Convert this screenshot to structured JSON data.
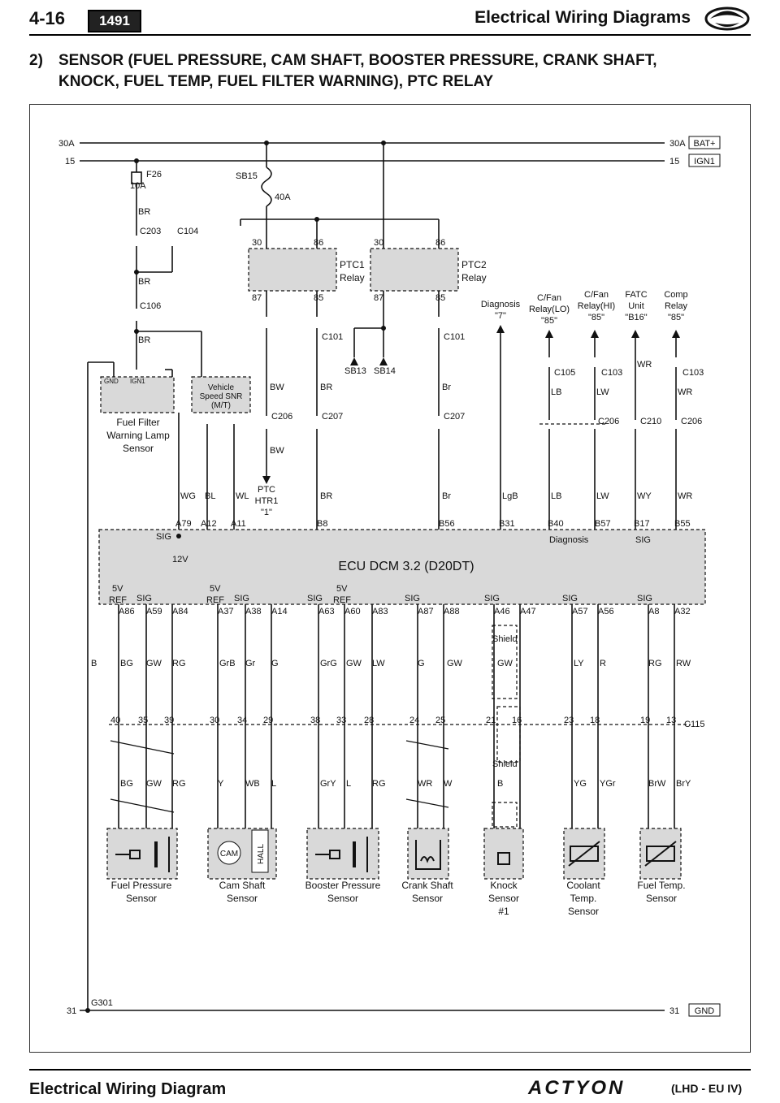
{
  "header": {
    "page": "4-16",
    "badge": "1491",
    "section": "Electrical Wiring Diagrams"
  },
  "title": {
    "number": "2)",
    "line1": "SENSOR (FUEL PRESSURE, CAM SHAFT, BOOSTER PRESSURE, CRANK SHAFT,",
    "line2": "KNOCK, FUEL TEMP, FUEL FILTER WARNING), PTC RELAY"
  },
  "footer": {
    "left": "Electrical Wiring Diagram",
    "brand": "ACTYON",
    "variant": "(LHD - EU IV)"
  },
  "rails": {
    "bat_left": "30A",
    "bat_right": "30A",
    "bat_tag": "BAT+",
    "ign_left": "15",
    "ign_right": "15",
    "ign_tag": "IGN1",
    "gnd_left": "31",
    "gnd_right": "31",
    "gnd_tag": "GND",
    "gnd_point": "G301"
  },
  "fuses": {
    "f26": "F26",
    "f26_rating": "10A",
    "sb15": "SB15",
    "sb15_rating": "40A"
  },
  "relays": {
    "ptc1": {
      "line1": "PTC1",
      "line2": "Relay",
      "p30": "30",
      "p86": "86",
      "p87": "87",
      "p85": "85"
    },
    "ptc2": {
      "line1": "PTC2",
      "line2": "Relay",
      "p30": "30",
      "p86": "86",
      "p87": "87",
      "p85": "85"
    }
  },
  "ecu": {
    "name": "ECU  DCM  3.2  (D20DT)",
    "diag_label": "Diagnosis",
    "sig_label": "SIG",
    "top_pins": [
      "A79",
      "A12",
      "A11",
      "B8",
      "B56",
      "B31",
      "B40",
      "B57",
      "B17",
      "B55"
    ],
    "bottom_pins": [
      "A86",
      "A59",
      "A84",
      "A37",
      "A38",
      "A14",
      "A63",
      "A60",
      "A83",
      "A87",
      "A88",
      "A46",
      "A47",
      "A57",
      "A56",
      "A8",
      "A32"
    ],
    "ref": "5V",
    "ref2": "REF",
    "sig": "SIG",
    "volts": "12V"
  },
  "connectors": {
    "c203": "C203",
    "c104": "C104",
    "c106": "C106",
    "c101": "C101",
    "c206": "C206",
    "c207": "C207",
    "c105": "C105",
    "c103": "C103",
    "c210": "C210",
    "c115": "C115",
    "sb13": "SB13",
    "sb14": "SB14",
    "shield": "Shield"
  },
  "wires": {
    "br": "BR",
    "bw": "BW",
    "br_lower": "Br",
    "wg": "WG",
    "bl": "BL",
    "wl": "WL",
    "lgb": "LgB",
    "lb": "LB",
    "lw": "LW",
    "wy": "WY",
    "wr": "WR",
    "b": "B",
    "bg": "BG",
    "gw": "GW",
    "rg": "RG",
    "grb": "GrB",
    "gr": "Gr",
    "g": "G",
    "grg": "GrG",
    "ly": "LY",
    "r": "R",
    "rw": "RW",
    "y": "Y",
    "wb": "WB",
    "l": "L",
    "gry": "GrY",
    "w": "W",
    "yg": "YG",
    "ygr": "YGr",
    "brw": "BrW",
    "bry": "BrY"
  },
  "c115_pins": [
    "40",
    "35",
    "39",
    "30",
    "34",
    "29",
    "38",
    "33",
    "28",
    "24",
    "25",
    "21",
    "16",
    "23",
    "18",
    "19",
    "13"
  ],
  "targets": {
    "diagnosis": {
      "l1": "Diagnosis",
      "l2": "\"7\""
    },
    "cfan_lo": {
      "l1": "C/Fan",
      "l2": "Relay(LO)",
      "l3": "\"85\""
    },
    "cfan_hi": {
      "l1": "C/Fan",
      "l2": "Relay(HI)",
      "l3": "\"85\""
    },
    "fatc": {
      "l1": "FATC",
      "l2": "Unit",
      "l3": "\"B16\""
    },
    "comp": {
      "l1": "Comp",
      "l2": "Relay",
      "l3": "\"85\""
    },
    "ptc_htr": {
      "l1": "PTC",
      "l2": "HTR1",
      "l3": "\"1\""
    }
  },
  "components": {
    "ffw": {
      "l1": "Fuel Filter",
      "l2": "Warning Lamp",
      "l3": "Sensor",
      "gnd": "GND",
      "ign": "IGN1"
    },
    "vss": {
      "l1": "Vehicle",
      "l2": "Speed SNR",
      "l3": "(M/T)"
    },
    "fps": {
      "l1": "Fuel Pressure",
      "l2": "Sensor"
    },
    "cam": {
      "l1": "Cam Shaft",
      "l2": "Sensor",
      "cam": "CAM",
      "hall": "HALL"
    },
    "bps": {
      "l1": "Booster Pressure",
      "l2": "Sensor"
    },
    "crank": {
      "l1": "Crank Shaft",
      "l2": "Sensor"
    },
    "knock": {
      "l1": "Knock",
      "l2": "Sensor",
      "l3": "#1"
    },
    "coolant": {
      "l1": "Coolant",
      "l2": "Temp.",
      "l3": "Sensor"
    },
    "fueltemp": {
      "l1": "Fuel Temp.",
      "l2": "Sensor"
    }
  }
}
